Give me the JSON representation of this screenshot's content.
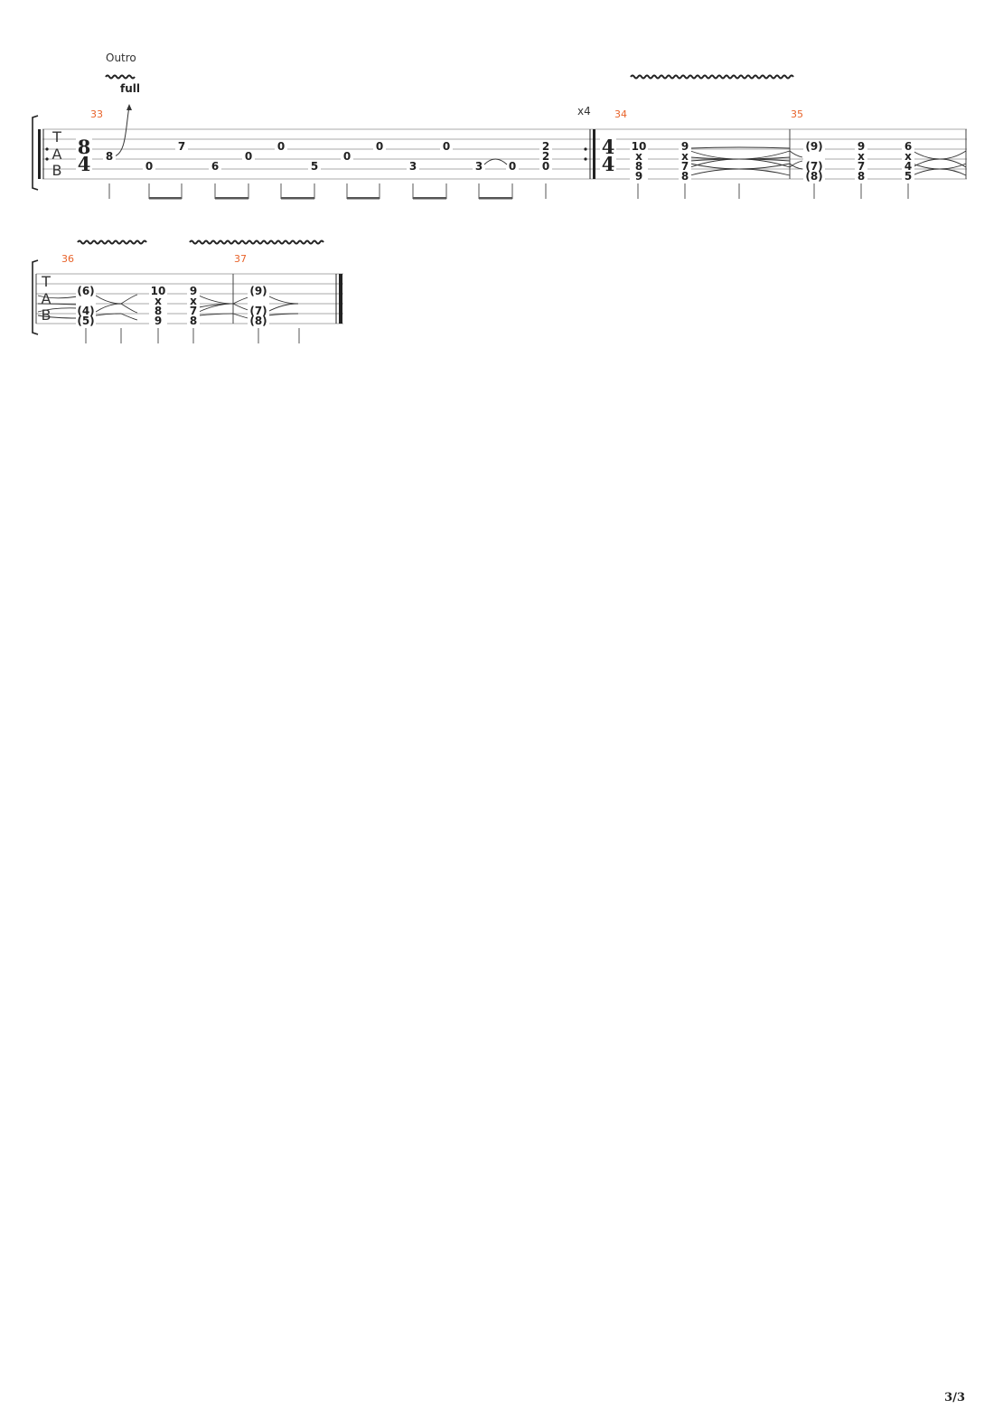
{
  "page": {
    "number": "3/3"
  },
  "score": {
    "section_label": "Outro",
    "bend_label": "full",
    "repeat_label": "x4",
    "clef": [
      "T",
      "A",
      "B"
    ],
    "time_signatures": [
      {
        "top": "8",
        "bottom": "4"
      },
      {
        "top": "4",
        "bottom": "4"
      }
    ],
    "measure_numbers": [
      "33",
      "34",
      "35",
      "36",
      "37"
    ],
    "measure_33": [
      {
        "string": 3,
        "fret": "8"
      },
      {
        "string": 4,
        "fret": "0"
      },
      {
        "string": 2,
        "fret": "7"
      },
      {
        "string": 4,
        "fret": "6"
      },
      {
        "string": 3,
        "fret": "0"
      },
      {
        "string": 2,
        "fret": "0"
      },
      {
        "string": 4,
        "fret": "5"
      },
      {
        "string": 3,
        "fret": "0"
      },
      {
        "string": 2,
        "fret": "0"
      },
      {
        "string": 4,
        "fret": "3"
      },
      {
        "string": 2,
        "fret": "0"
      },
      {
        "string": 4,
        "fret": "3"
      },
      {
        "string": 4,
        "fret": "0"
      },
      {
        "chord": [
          "2",
          "2",
          "0"
        ]
      }
    ],
    "measure_34": [
      {
        "chord": [
          "10",
          "x",
          "8",
          "9"
        ]
      },
      {
        "chord": [
          "9",
          "x",
          "7",
          "8"
        ]
      }
    ],
    "measure_35": [
      {
        "chord": [
          "(9)",
          "",
          "(7)",
          "(8)"
        ]
      },
      {
        "chord": [
          "9",
          "x",
          "7",
          "8"
        ]
      },
      {
        "chord": [
          "6",
          "x",
          "4",
          "5"
        ]
      }
    ],
    "measure_36": [
      {
        "chord": [
          "(6)",
          "",
          "(4)",
          "(5)"
        ]
      },
      {
        "chord": [
          "10",
          "x",
          "8",
          "9"
        ]
      },
      {
        "chord": [
          "9",
          "x",
          "7",
          "8"
        ]
      }
    ],
    "measure_37": [
      {
        "chord": [
          "(9)",
          "",
          "(7)",
          "(8)"
        ]
      }
    ]
  }
}
